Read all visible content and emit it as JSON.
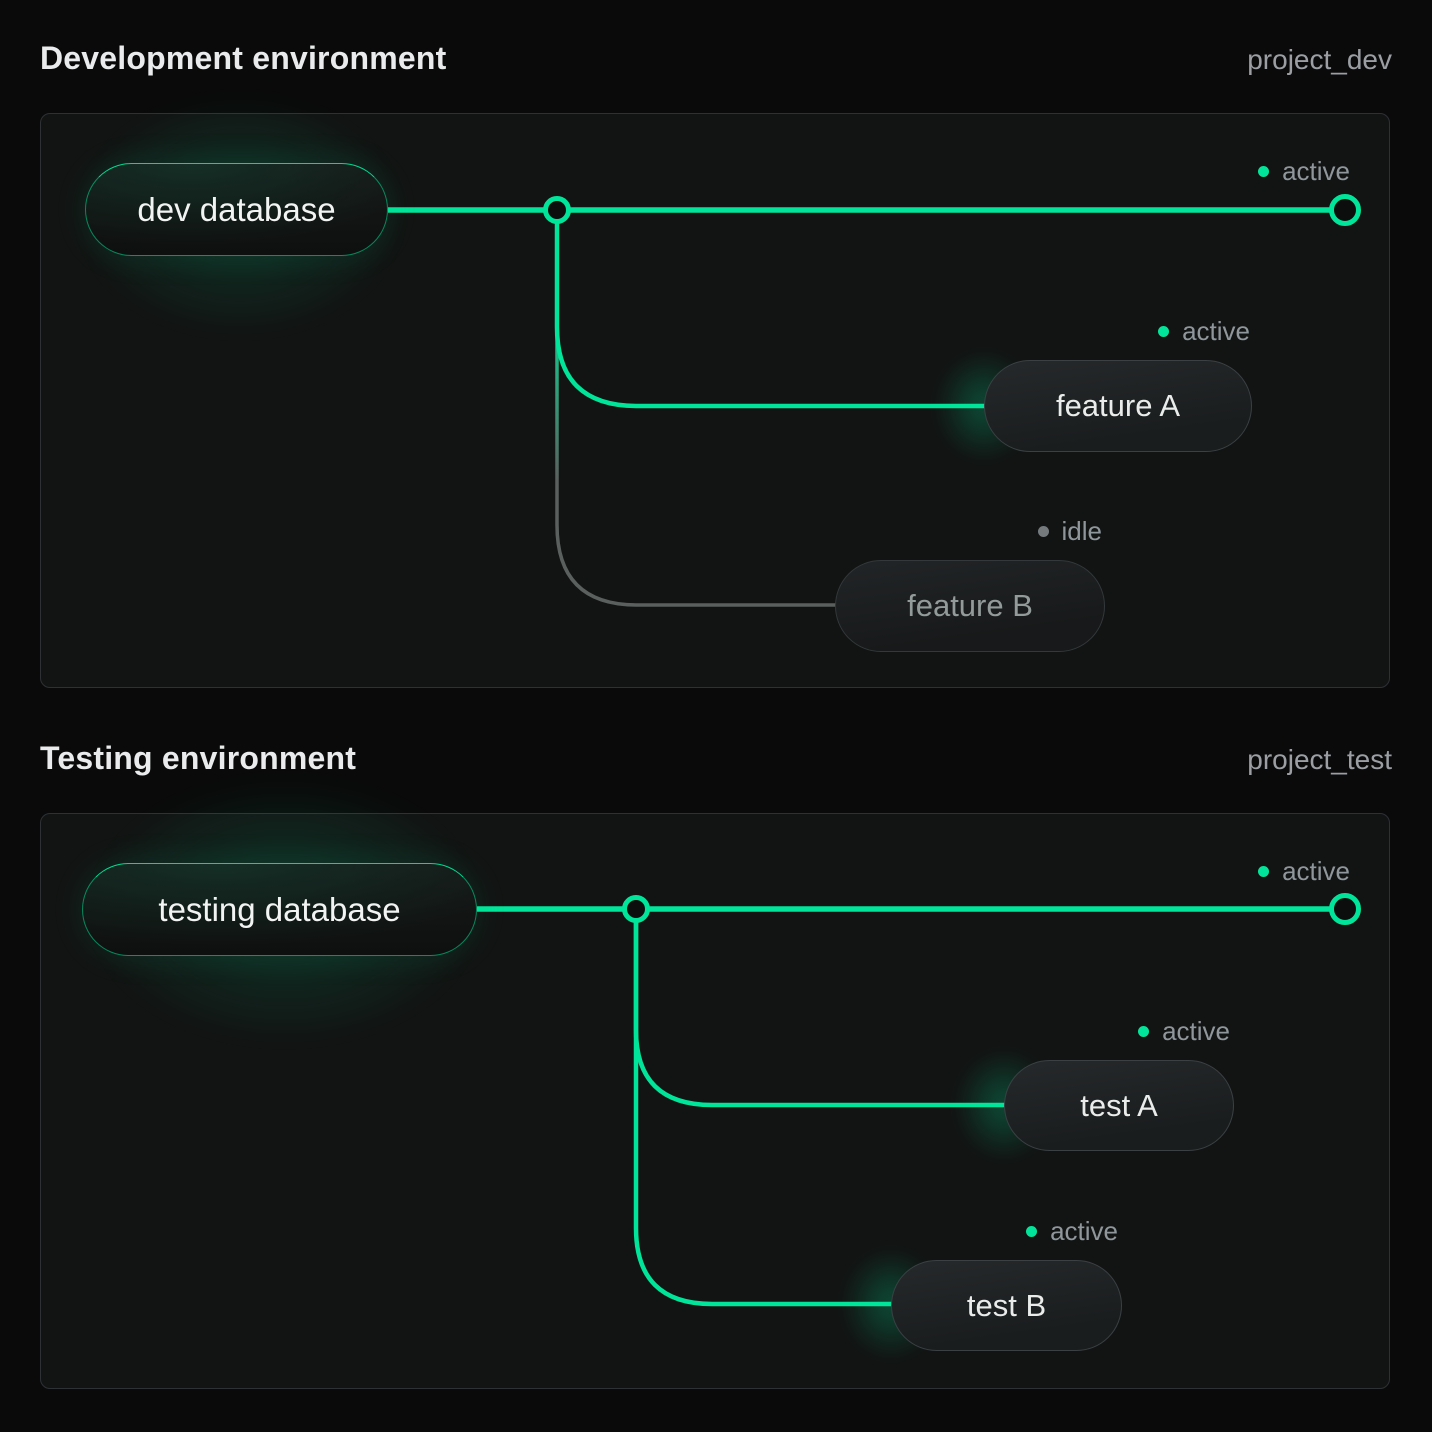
{
  "colors": {
    "accent_green": "#00e599",
    "idle_line": "#5a605e",
    "idle_dot": "#757b7d",
    "status_text": "#8f979c",
    "panel_border": "#2e3134",
    "panel_background": "#121413",
    "page_background": "#0a0a0a",
    "title_text": "#e9ebec",
    "project_text": "#9b9fa4"
  },
  "panels": [
    {
      "title": "Development environment",
      "project": "project_dev",
      "database": {
        "label": "dev database",
        "status": "active"
      },
      "trunk_status": "active",
      "branches": [
        {
          "label": "feature A",
          "status": "active"
        },
        {
          "label": "feature B",
          "status": "idle"
        }
      ]
    },
    {
      "title": "Testing environment",
      "project": "project_test",
      "database": {
        "label": "testing database",
        "status": "active"
      },
      "trunk_status": "active",
      "branches": [
        {
          "label": "test A",
          "status": "active"
        },
        {
          "label": "test B",
          "status": "active"
        }
      ]
    }
  ]
}
